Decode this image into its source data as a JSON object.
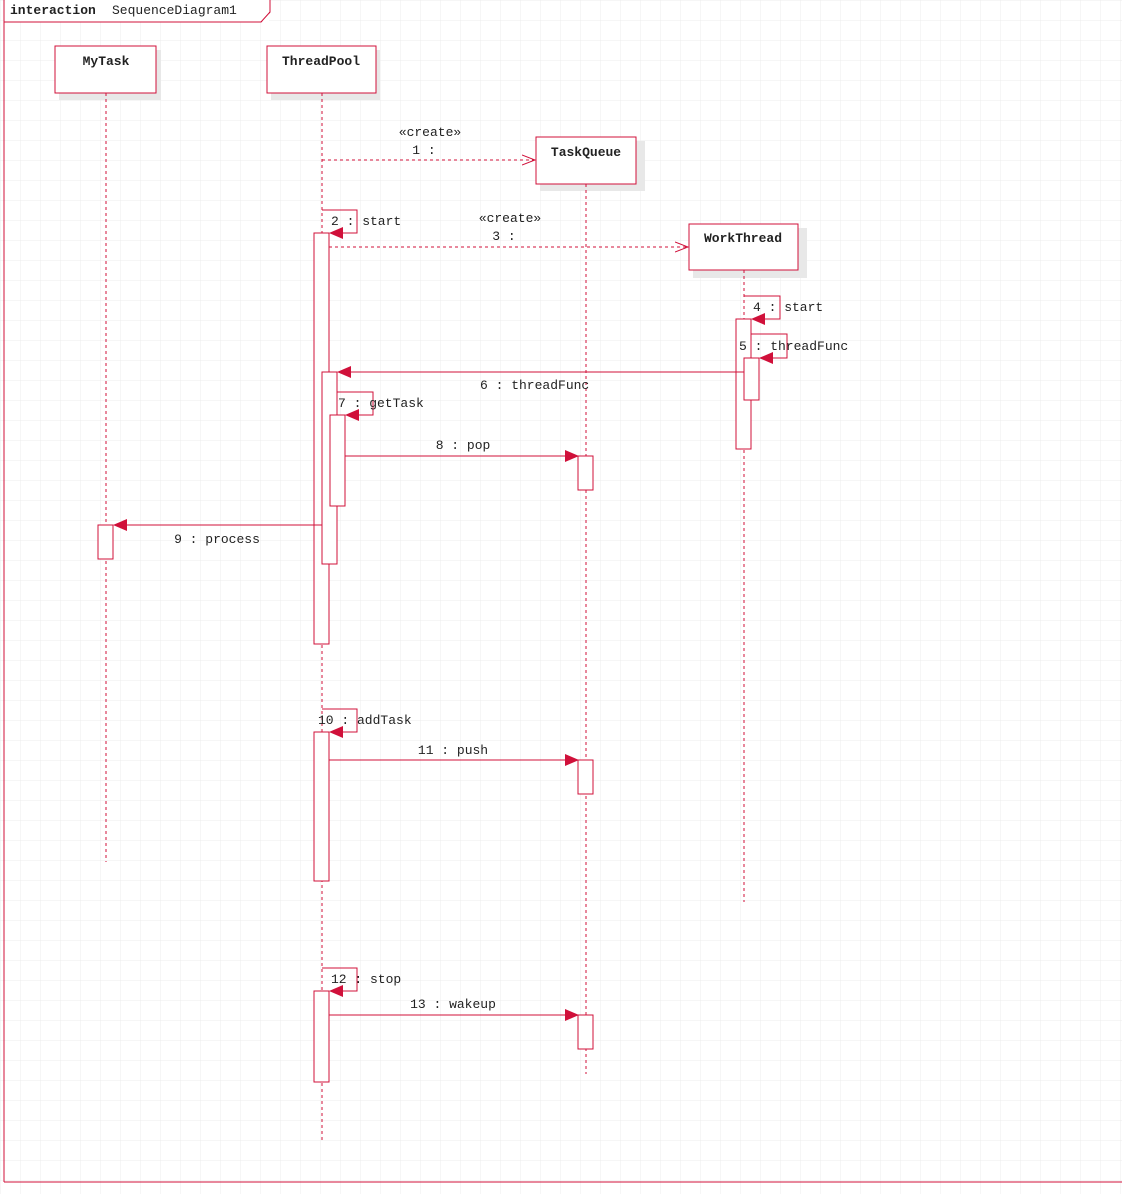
{
  "frame": {
    "keyword": "interaction",
    "name": "SequenceDiagram1"
  },
  "colors": {
    "line": "#d0103a",
    "grid": "#e6e6e6",
    "shadow": "#e4e4e4",
    "text": "#222222"
  },
  "lifelines": [
    {
      "id": "mytask",
      "name": "MyTask"
    },
    {
      "id": "threadpool",
      "name": "ThreadPool"
    },
    {
      "id": "taskqueue",
      "name": "TaskQueue"
    },
    {
      "id": "workthread",
      "name": "WorkThread"
    }
  ],
  "messages": [
    {
      "id": "m1",
      "stereotype": "«create»",
      "label": "1 :"
    },
    {
      "id": "m2",
      "label": "2 : start"
    },
    {
      "id": "m3",
      "stereotype": "«create»",
      "label": "3 :"
    },
    {
      "id": "m4",
      "label": "4 : start"
    },
    {
      "id": "m5",
      "label": "5 : threadFunc"
    },
    {
      "id": "m6",
      "label": "6 : threadFunc"
    },
    {
      "id": "m7",
      "label": "7 : getTask"
    },
    {
      "id": "m8",
      "label": "8 : pop"
    },
    {
      "id": "m9",
      "label": "9 : process"
    },
    {
      "id": "m10",
      "label": "10 : addTask"
    },
    {
      "id": "m11",
      "label": "11 : push"
    },
    {
      "id": "m12",
      "label": "12 : stop"
    },
    {
      "id": "m13",
      "label": "13 : wakeup"
    }
  ]
}
